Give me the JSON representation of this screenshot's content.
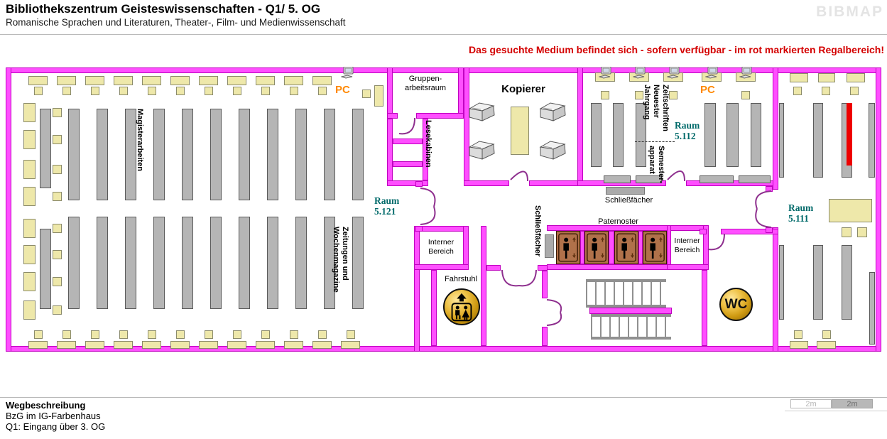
{
  "header": {
    "title": "Bibliothekszentrum Geisteswissenschaften - Q1/ 5. OG",
    "subtitle": "Romanische Sprachen und Literaturen, Theater-, Film- und Medienwissenschaft",
    "logo": "BIBMAP",
    "notice": "Das gesuchte Medium befindet sich - sofern verfügbar - im rot markierten Regalbereich!"
  },
  "plan": {
    "labels": {
      "magisterarbeiten": "Magisterarbeiten",
      "zeitungen": [
        "Zeitungen und",
        "Wochenmagazine"
      ],
      "pc_left": "PC",
      "pc_right": "PC",
      "raum_5121": [
        "Raum",
        "5.121"
      ],
      "raum_5112": [
        "Raum",
        "5.112"
      ],
      "raum_5111": [
        "Raum",
        "5.111"
      ],
      "gruppenarbeitsraum": [
        "Gruppen-",
        "arbeitsraum"
      ],
      "lesekabinen": "Lesekabinen",
      "kopierer": "Kopierer",
      "zeitschriften": [
        "Zeitschriften",
        "Neuester",
        "Jahrgang"
      ],
      "semesterapparat": [
        "Semester-",
        "apparat"
      ],
      "schliessfaecher_top": "Schließfächer",
      "schliessfaecher_side": "Schließfächer",
      "paternoster": "Paternoster",
      "interner_bereich_1": [
        "Interner",
        "Bereich"
      ],
      "interner_bereich_2": [
        "Interner",
        "Bereich"
      ],
      "fahrstuhl": "Fahrstuhl",
      "wc": "WC"
    },
    "icons": {
      "pc_workstation": "computer-monitor-icon",
      "copier": "photocopier-icon",
      "paternoster_cabin": "person-in-lift-icon",
      "elevator": "elevator-people-up-arrow-icon",
      "wc": "wc-circle-icon"
    },
    "colors": {
      "wall": "#ff4fff",
      "wall_outline": "#c000c0",
      "door_arc": "#8e2f8e",
      "shelf": "#b5b5b5",
      "furniture": "#eee8aa",
      "red_marker": "#ee0000",
      "room_number_text": "#006a6a",
      "pc_text": "#ff8800",
      "notice_text": "#d40000",
      "cabin": "#b0714a",
      "gold_icon": "#edc044",
      "logo_text": "#e4e4e4"
    }
  },
  "footer": {
    "heading": "Wegbeschreibung",
    "line1": "BzG im IG-Farbenhaus",
    "line2": "Q1: Eingang über 3. OG",
    "scale_left": "2m",
    "scale_right": "2m"
  }
}
